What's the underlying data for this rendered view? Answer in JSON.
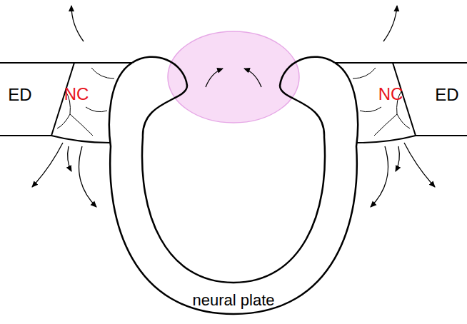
{
  "diagram": {
    "nodes": [
      {
        "text": [
          "ED"
        ]
      },
      {
        "text": [
          "NC"
        ]
      },
      {
        "text": [
          "NC"
        ]
      },
      {
        "text": [
          "ED"
        ]
      },
      {
        "text": [
          "neural plate"
        ]
      }
    ]
  }
}
